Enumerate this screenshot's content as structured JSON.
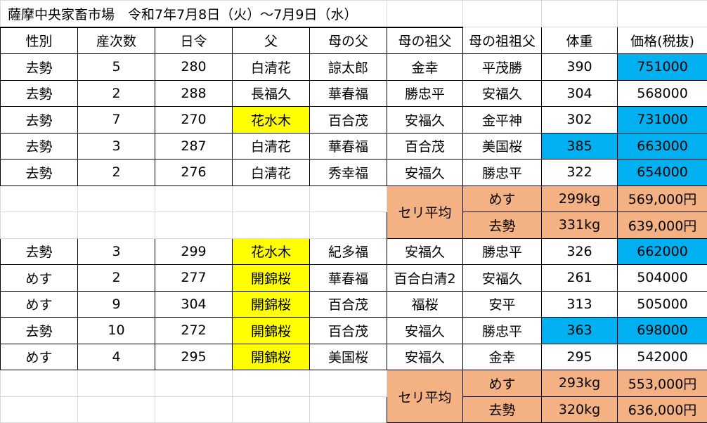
{
  "title": "薩摩中央家畜市場　令和7年7月8日（火）〜7月9日（水）",
  "headers": [
    "性別",
    "産次数",
    "日令",
    "父",
    "母の父",
    "母の祖父",
    "母の祖祖父",
    "体重",
    "価格(税抜)"
  ],
  "block1": [
    [
      "去勢",
      "5",
      "280",
      "白清花",
      "諒太郎",
      "金幸",
      "平茂勝",
      "390",
      "751000"
    ],
    [
      "去勢",
      "2",
      "288",
      "長福久",
      "華春福",
      "勝忠平",
      "安福久",
      "304",
      "568000"
    ],
    [
      "去勢",
      "7",
      "270",
      "花水木",
      "百合茂",
      "安福久",
      "金平神",
      "302",
      "731000"
    ],
    [
      "去勢",
      "3",
      "287",
      "白清花",
      "華春福",
      "百合茂",
      "美国桜",
      "385",
      "663000"
    ],
    [
      "去勢",
      "2",
      "276",
      "白清花",
      "秀幸福",
      "安福久",
      "勝忠平",
      "322",
      "654000"
    ]
  ],
  "avg1": {
    "label": "セリ平均",
    "rows": [
      {
        "sex": "めす",
        "weight": "299kg",
        "price": "569,000円"
      },
      {
        "sex": "去勢",
        "weight": "331kg",
        "price": "639,000円"
      }
    ]
  },
  "block2": [
    [
      "去勢",
      "3",
      "299",
      "花水木",
      "紀多福",
      "安福久",
      "勝忠平",
      "326",
      "662000"
    ],
    [
      "めす",
      "2",
      "277",
      "開錦桜",
      "華春福",
      "百合白清2",
      "安福久",
      "261",
      "504000"
    ],
    [
      "めす",
      "9",
      "304",
      "開錦桜",
      "百合茂",
      "福桜",
      "安平",
      "313",
      "505000"
    ],
    [
      "去勢",
      "10",
      "272",
      "開錦桜",
      "百合茂",
      "安福久",
      "勝忠平",
      "363",
      "698000"
    ],
    [
      "めす",
      "4",
      "295",
      "開錦桜",
      "美国桜",
      "安福久",
      "金幸",
      "295",
      "542000"
    ]
  ],
  "avg2": {
    "label": "セリ平均",
    "rows": [
      {
        "sex": "めす",
        "weight": "293kg",
        "price": "553,000円"
      },
      {
        "sex": "去勢",
        "weight": "320kg",
        "price": "636,000円"
      }
    ]
  },
  "highlight_colors": {
    "yellow": "#ffff00",
    "blue": "#00b0f0",
    "avg": "#f4b183"
  }
}
